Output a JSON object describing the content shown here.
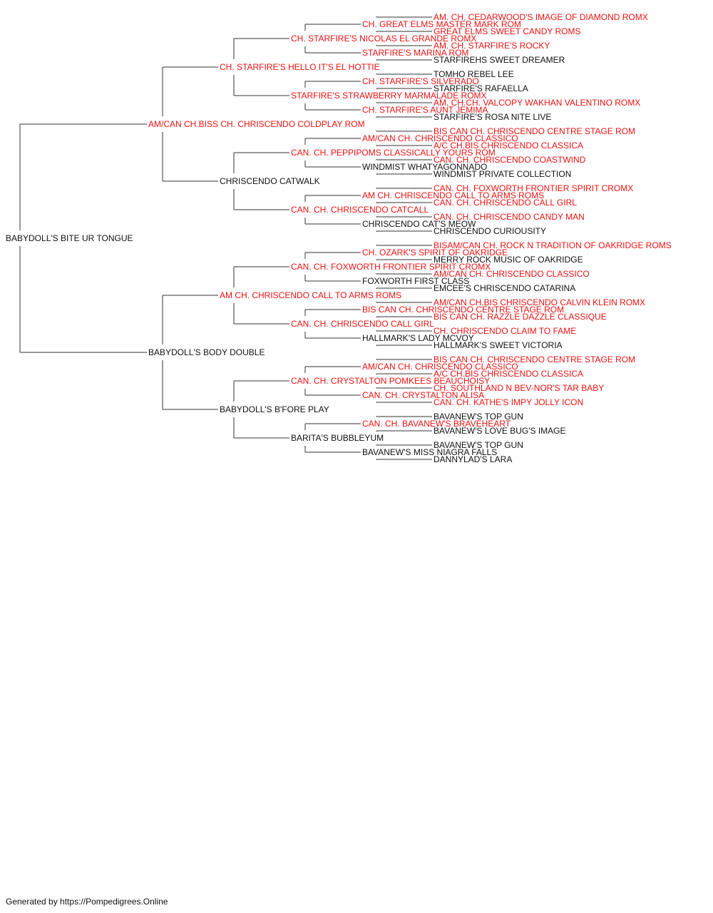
{
  "colors": {
    "champion": "#ee1111",
    "plain": "#111111",
    "line": "#333333"
  },
  "pedigree": {
    "name": "BABYDOLL'S BITE UR TONGUE",
    "ch": false,
    "sire": {
      "name": "AM/CAN CH.BISS CH. CHRISCENDO COLDPLAY ROM",
      "ch": true,
      "sire": {
        "name": "CH. STARFIRE'S HELLO IT'S EL HOTTIE",
        "ch": true,
        "sire": {
          "name": "CH. STARFIRE'S NICOLAS EL GRANDE ROMX",
          "ch": true,
          "sire": {
            "name": "CH. GREAT ELMS MASTER MARK ROM",
            "ch": true,
            "sire": {
              "name": "AM. CH. CEDARWOOD'S IMAGE OF DIAMOND ROMX",
              "ch": true
            },
            "dam": {
              "name": "GREAT ELMS SWEET CANDY ROMS",
              "ch": true
            }
          },
          "dam": {
            "name": "STARFIRE'S MARINA ROM",
            "ch": true,
            "sire": {
              "name": "AM. CH. STARFIRE'S ROCKY",
              "ch": true
            },
            "dam": {
              "name": "STARFIREHS SWEET DREAMER",
              "ch": false
            }
          }
        },
        "dam": {
          "name": "STARFIRE'S STRAWBERRY MARMALADE ROMX",
          "ch": true,
          "sire": {
            "name": "CH. STARFIRE'S SILVERADO",
            "ch": true,
            "sire": {
              "name": "TOMHO REBEL LEE",
              "ch": false
            },
            "dam": {
              "name": "STARFIRE'S RAFAELLA",
              "ch": false
            }
          },
          "dam": {
            "name": "CH. STARFIRE'S AUNT JEMIMA",
            "ch": true,
            "sire": {
              "name": "AM. CH.CH. VALCOPY WAKHAN VALENTINO ROMX",
              "ch": true
            },
            "dam": {
              "name": "STARFIRE'S ROSA NITE LIVE",
              "ch": false
            }
          }
        }
      },
      "dam": {
        "name": "CHRISCENDO CATWALK",
        "ch": false,
        "sire": {
          "name": "CAN. CH. PEPPIPOMS CLASSICALLY YOURS ROM",
          "ch": true,
          "sire": {
            "name": "AM/CAN CH. CHRISCENDO CLASSICO",
            "ch": true,
            "sire": {
              "name": "BIS CAN CH. CHRISCENDO CENTRE STAGE ROM",
              "ch": true
            },
            "dam": {
              "name": "A/C CH.BIS CHRISCENDO CLASSICA",
              "ch": true
            }
          },
          "dam": {
            "name": "WINDMIST WHATYAGONNADO",
            "ch": false,
            "sire": {
              "name": "CAN. CH. CHRISCENDO COASTWIND",
              "ch": true
            },
            "dam": {
              "name": "WINDMIST PRIVATE COLLECTION",
              "ch": false
            }
          }
        },
        "dam": {
          "name": "CAN. CH. CHRISCENDO CATCALL",
          "ch": true,
          "sire": {
            "name": "AM CH. CHRISCENDO CALL TO ARMS ROMS",
            "ch": true,
            "sire": {
              "name": "CAN. CH. FOXWORTH FRONTIER SPIRIT CROMX",
              "ch": true
            },
            "dam": {
              "name": "CAN. CH. CHRISCENDO CALL GIRL",
              "ch": true
            }
          },
          "dam": {
            "name": "CHRISCENDO CAT'S MEOW",
            "ch": false,
            "sire": {
              "name": "CAN. CH. CHRISCENDO CANDY MAN",
              "ch": true
            },
            "dam": {
              "name": "CHRISCENDO CURIOUSITY",
              "ch": false
            }
          }
        }
      }
    },
    "dam": {
      "name": "BABYDOLL'S BODY DOUBLE",
      "ch": false,
      "sire": {
        "name": "AM CH. CHRISCENDO CALL TO ARMS ROMS",
        "ch": true,
        "sire": {
          "name": "CAN. CH. FOXWORTH FRONTIER SPIRIT CROMX",
          "ch": true,
          "sire": {
            "name": "CH. OZARK'S SPIRIT OF OAKRIDGE",
            "ch": true,
            "sire": {
              "name": "BISAM/CAN CH. ROCK N TRADITION OF OAKRIDGE ROMS",
              "ch": true
            },
            "dam": {
              "name": "MERRY ROCK MUSIC OF OAKRIDGE",
              "ch": false
            }
          },
          "dam": {
            "name": "FOXWORTH FIRST CLASS",
            "ch": false,
            "sire": {
              "name": "AM/CAN CH. CHRISCENDO CLASSICO",
              "ch": true
            },
            "dam": {
              "name": "EMCEE'S CHRISCENDO CATARINA",
              "ch": false
            }
          }
        },
        "dam": {
          "name": "CAN. CH. CHRISCENDO CALL GIRL",
          "ch": true,
          "sire": {
            "name": "BIS CAN CH. CHRISCENDO CENTRE STAGE ROM",
            "ch": true,
            "sire": {
              "name": "AM/CAN CH.BIS CHRISCENDO CALVIN KLEIN ROMX",
              "ch": true
            },
            "dam": {
              "name": "BIS CAN CH. RAZZLE DAZZLE CLASSIQUE",
              "ch": true
            }
          },
          "dam": {
            "name": "HALLMARK'S LADY MCVOY",
            "ch": false,
            "sire": {
              "name": "CH. CHRISCENDO CLAIM TO FAME",
              "ch": true
            },
            "dam": {
              "name": "HALLMARK'S SWEET VICTORIA",
              "ch": false
            }
          }
        }
      },
      "dam": {
        "name": "BABYDOLL'S B'FORE PLAY",
        "ch": false,
        "sire": {
          "name": "CAN. CH. CRYSTALTON POMKEES BEAUCHOISY",
          "ch": true,
          "sire": {
            "name": "AM/CAN CH. CHRISCENDO CLASSICO",
            "ch": true,
            "sire": {
              "name": "BIS CAN CH. CHRISCENDO CENTRE STAGE ROM",
              "ch": true
            },
            "dam": {
              "name": "A/C CH.BIS CHRISCENDO CLASSICA",
              "ch": true
            }
          },
          "dam": {
            "name": "CAN. CH. CRYSTALTON ALISA",
            "ch": true,
            "sire": {
              "name": "CH. SOUTHLAND N BEV-NOR'S TAR BABY",
              "ch": true
            },
            "dam": {
              "name": "CAN. CH. KATHE'S IMPY JOLLY ICON",
              "ch": true
            }
          }
        },
        "dam": {
          "name": "BARITA'S BUBBLEYUM",
          "ch": false,
          "sire": {
            "name": "CAN. CH. BAVANEW'S BRAVEHEART",
            "ch": true,
            "sire": {
              "name": "BAVANEW'S TOP GUN",
              "ch": false
            },
            "dam": {
              "name": "BAVANEW'S LOVE BUG'S IMAGE",
              "ch": false
            }
          },
          "dam": {
            "name": "BAVANEW'S MISS NIAGRA FALLS",
            "ch": false,
            "sire": {
              "name": "BAVANEW'S TOP GUN",
              "ch": false
            },
            "dam": {
              "name": "DANNYLAD'S LARA",
              "ch": false
            }
          }
        }
      }
    }
  },
  "footer": "Generated by https://Pompedigrees.Online"
}
